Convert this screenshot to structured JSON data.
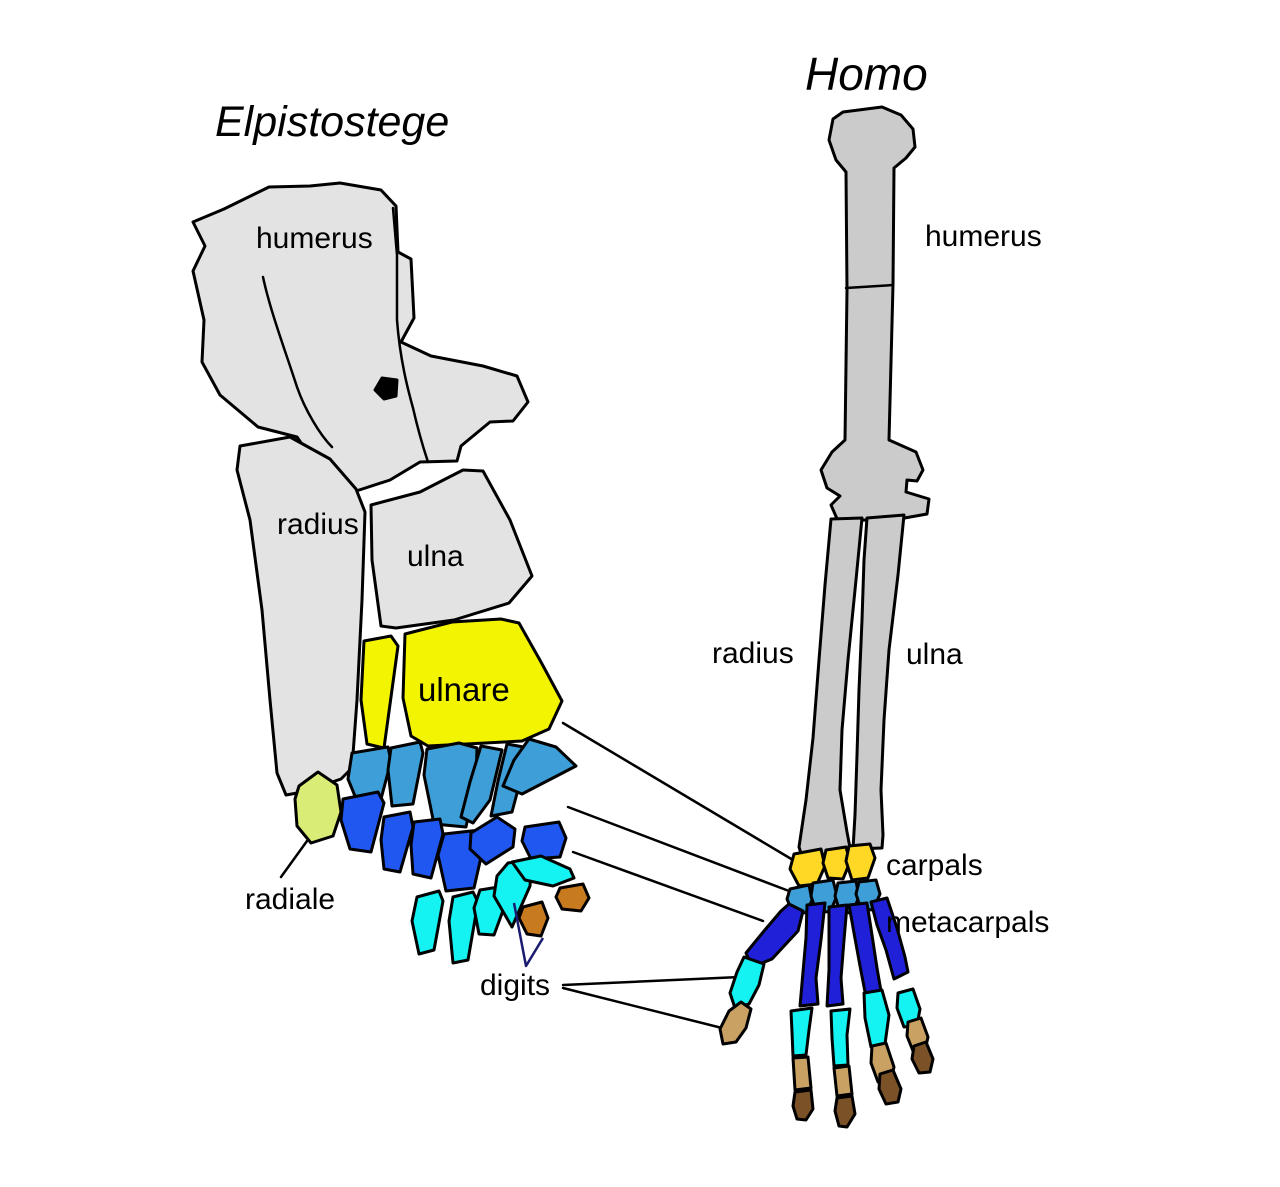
{
  "elpistostege": {
    "title": "Elpistostege",
    "labels": {
      "humerus": "humerus",
      "radius": "radius",
      "ulna": "ulna",
      "ulnare": "ulnare",
      "radiale": "radiale",
      "digits": "digits"
    }
  },
  "homo": {
    "title": "Homo",
    "labels": {
      "humerus": "humerus",
      "radius": "radius",
      "ulna": "ulna",
      "carpals": "carpals",
      "metacarpals": "metacarpals"
    }
  },
  "palette": {
    "gray-elpistostege": "#E3E3E3",
    "gray-homo": "#CBCBCB",
    "yellow": "#F2F400",
    "gold": "#FFD826",
    "sky-blue": "#3E9FD8",
    "royal-blue": "#1F57F0",
    "deep-blue": "#2020D8",
    "cyan": "#15F2F2",
    "green-yellow": "#D9EC75",
    "orange-brown": "#C87A1E",
    "tan": "#C9A263",
    "dark-brown": "#7B5128",
    "navy": "#1A1A70",
    "outline": "#000000",
    "background": "#FFFFFF"
  }
}
